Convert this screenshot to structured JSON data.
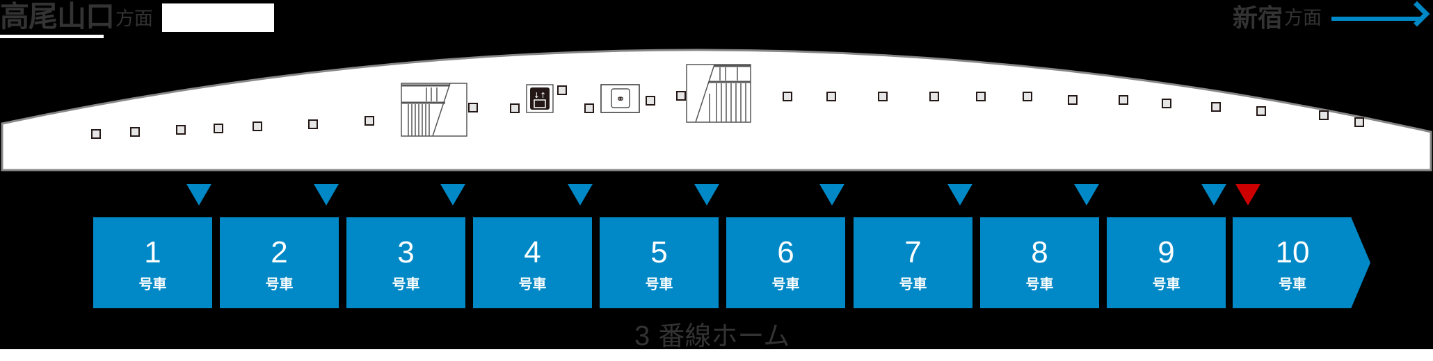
{
  "header": {
    "left_direction": {
      "name": "高尾山口",
      "suffix": "方面"
    },
    "right_direction": {
      "name": "新宿",
      "suffix": "方面",
      "arrow": "right-arrow"
    }
  },
  "platform": {
    "label_number": "3",
    "label_text": "番線ホーム",
    "facilities": [
      {
        "type": "stairs",
        "icon": "stairs-icon"
      },
      {
        "type": "elevator",
        "icon": "elevator-icon"
      },
      {
        "type": "restroom",
        "icon": "restroom-icon"
      },
      {
        "type": "stairs",
        "icon": "stairs-icon"
      }
    ],
    "door_squares": 26
  },
  "cars": [
    {
      "number": "1",
      "label": "号車"
    },
    {
      "number": "2",
      "label": "号車"
    },
    {
      "number": "3",
      "label": "号車"
    },
    {
      "number": "4",
      "label": "号車"
    },
    {
      "number": "5",
      "label": "号車"
    },
    {
      "number": "6",
      "label": "号車"
    },
    {
      "number": "7",
      "label": "号車"
    },
    {
      "number": "8",
      "label": "号車"
    },
    {
      "number": "9",
      "label": "号車"
    },
    {
      "number": "10",
      "label": "号車"
    }
  ],
  "markers": [
    {
      "color": "blue"
    },
    {
      "color": "blue"
    },
    {
      "color": "blue"
    },
    {
      "color": "blue"
    },
    {
      "color": "blue"
    },
    {
      "color": "blue"
    },
    {
      "color": "blue"
    },
    {
      "color": "blue"
    },
    {
      "color": "blue"
    },
    {
      "color": "red"
    }
  ],
  "colors": {
    "car_blue": "#0089c6",
    "marker_red": "#cc0000",
    "background": "#000000",
    "platform": "#ffffff"
  }
}
